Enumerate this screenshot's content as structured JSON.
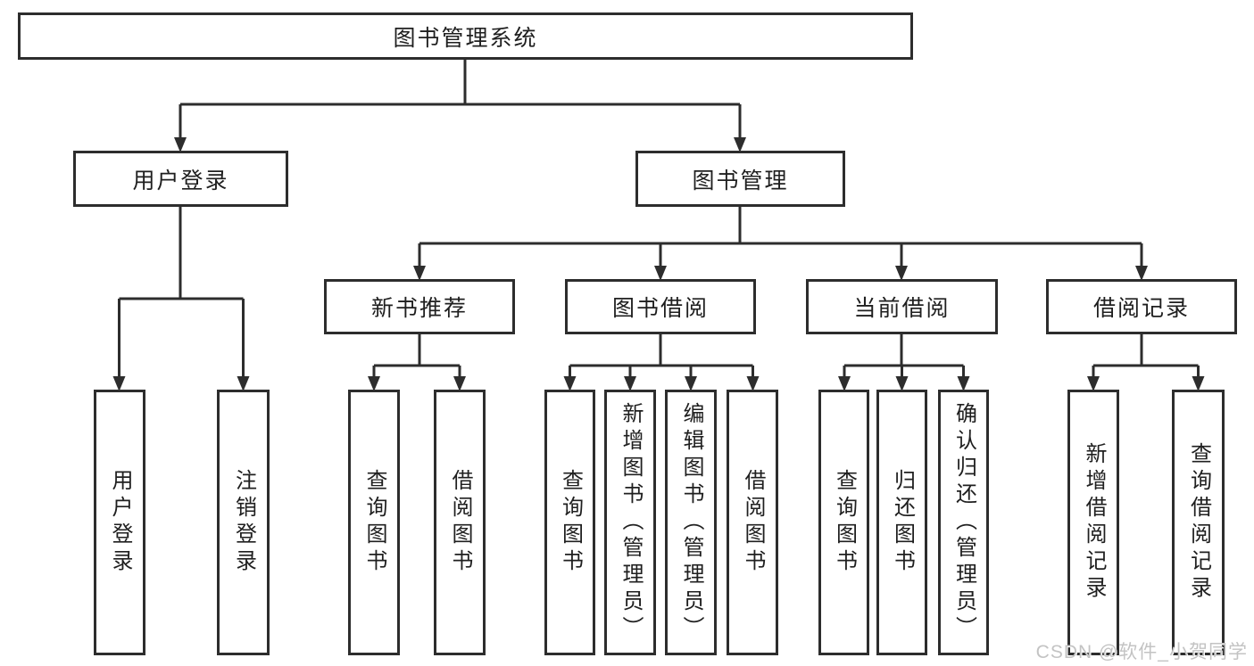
{
  "tree": {
    "root": {
      "label": "图书管理系统"
    },
    "branches": [
      {
        "label": "用户登录",
        "leaves": [
          "用户登录",
          "注销登录"
        ]
      },
      {
        "label": "图书管理",
        "groups": [
          {
            "label": "新书推荐",
            "leaves": [
              "查询图书",
              "借阅图书"
            ]
          },
          {
            "label": "图书借阅",
            "leaves": [
              "查询图书",
              "新增图书（管理员）",
              "编辑图书（管理员）",
              "借阅图书"
            ]
          },
          {
            "label": "当前借阅",
            "leaves": [
              "查询图书",
              "归还图书",
              "确认归还（管理员）"
            ]
          },
          {
            "label": "借阅记录",
            "leaves": [
              "新增借阅记录",
              "查询借阅记录"
            ]
          }
        ]
      }
    ]
  },
  "watermark": "CSDN @软件_小贺同学",
  "colors": {
    "line": "#2d2d2d",
    "box_border": "#2d2d2d",
    "text": "#1f1f1f",
    "background": "#ffffff",
    "watermark": "#c3c3c3"
  }
}
